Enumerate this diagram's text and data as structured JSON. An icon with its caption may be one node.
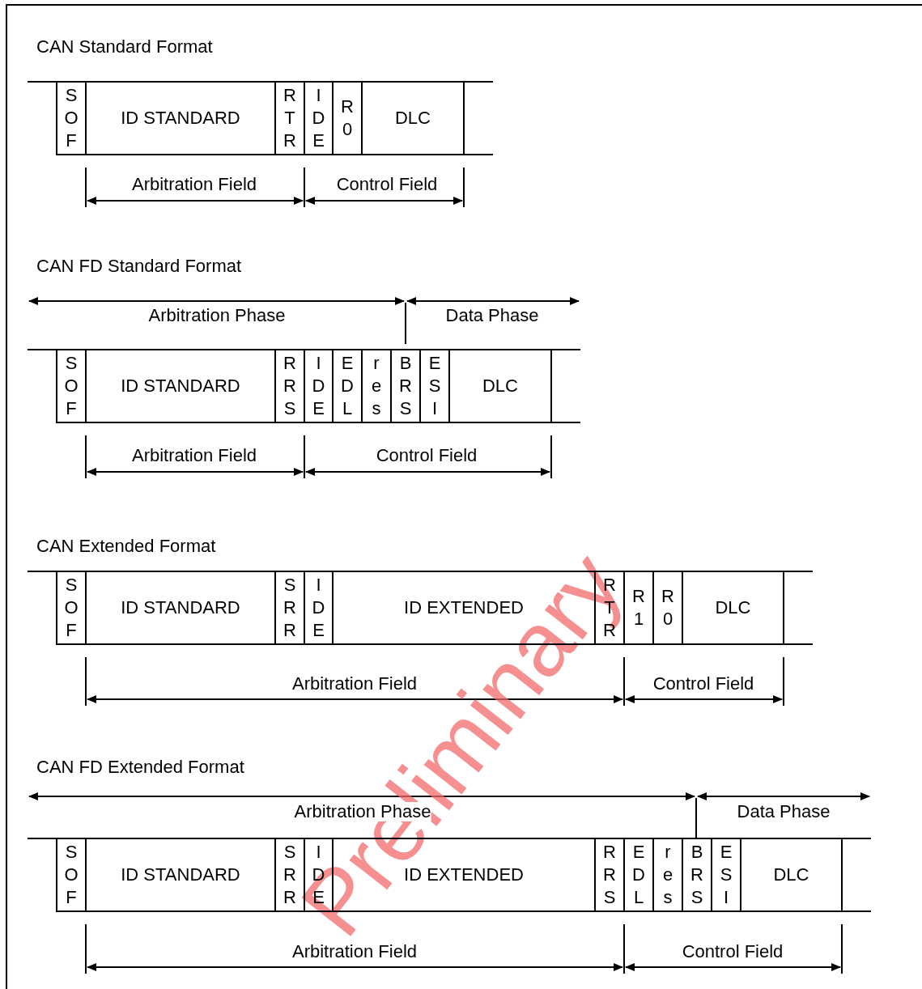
{
  "diagram": {
    "nodes": [
      {
        "text": [
          "S O F"
        ]
      },
      {
        "text": [
          "ID STANDARD"
        ]
      },
      {
        "text": [
          "R T R"
        ]
      },
      {
        "text": [
          "I D E"
        ]
      },
      {
        "text": [
          "R 0"
        ]
      },
      {
        "text": [
          "DLC"
        ]
      },
      {
        "text": [
          "S O F"
        ]
      },
      {
        "text": [
          "ID STANDARD"
        ]
      },
      {
        "text": [
          "R R S"
        ]
      },
      {
        "text": [
          "I D E"
        ]
      },
      {
        "text": [
          "E D L"
        ]
      },
      {
        "text": [
          "r e s"
        ]
      },
      {
        "text": [
          "B R S"
        ]
      },
      {
        "text": [
          "E S I"
        ]
      },
      {
        "text": [
          "DLC"
        ]
      },
      {
        "text": [
          "S O F"
        ]
      },
      {
        "text": [
          "ID STANDARD"
        ]
      },
      {
        "text": [
          "S R R"
        ]
      },
      {
        "text": [
          "I D E"
        ]
      },
      {
        "text": [
          "ID EXTENDED"
        ]
      },
      {
        "text": [
          "R T R"
        ]
      },
      {
        "text": [
          "R 1"
        ]
      },
      {
        "text": [
          "R 0"
        ]
      },
      {
        "text": [
          "DLC"
        ]
      },
      {
        "text": [
          "S O F"
        ]
      },
      {
        "text": [
          "ID STANDARD"
        ]
      },
      {
        "text": [
          "S R R"
        ]
      },
      {
        "text": [
          "I D E"
        ]
      },
      {
        "text": [
          "ID EXTENDED"
        ]
      },
      {
        "text": [
          "R R S"
        ]
      },
      {
        "text": [
          "E D L"
        ]
      },
      {
        "text": [
          "r e s"
        ]
      },
      {
        "text": [
          "B R S"
        ]
      },
      {
        "text": [
          "E S I"
        ]
      },
      {
        "text": [
          "DLC"
        ]
      }
    ],
    "labels": [
      "CAN Standard Format",
      "Arbitration Field",
      "Control Field",
      "CAN FD Standard Format",
      "Arbitration Phase",
      "Data Phase",
      "Arbitration Field",
      "Control Field",
      "CAN Extended Format",
      "Arbitration Field",
      "Control Field",
      "CAN FD Extended Format",
      "Arbitration Phase",
      "Data Phase",
      "Arbitration Field",
      "Control Field",
      "Preliminary"
    ]
  }
}
